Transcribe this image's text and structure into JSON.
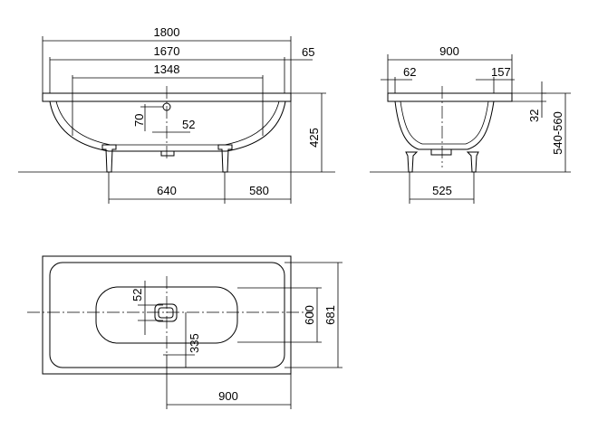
{
  "views": {
    "side": {
      "dim_length_overall": "1800",
      "dim_length_inner_top": "1670",
      "dim_rim_offset": "65",
      "dim_length_bottom": "1348",
      "dim_drain_offset": "70",
      "dim_drain_width": "52",
      "dim_height": "425",
      "dim_feet_spacing": "640",
      "dim_feet_to_end": "580"
    },
    "end": {
      "dim_width_overall": "900",
      "dim_rim_left": "62",
      "dim_rim_right": "157",
      "dim_rim_height": "32",
      "dim_total_height": "540-560",
      "dim_bottom_width": "525"
    },
    "plan": {
      "dim_drain_width": "52",
      "dim_drain_position": "335",
      "dim_inner_width": "600",
      "dim_rim_width": "681",
      "dim_width_overall": "900"
    }
  }
}
